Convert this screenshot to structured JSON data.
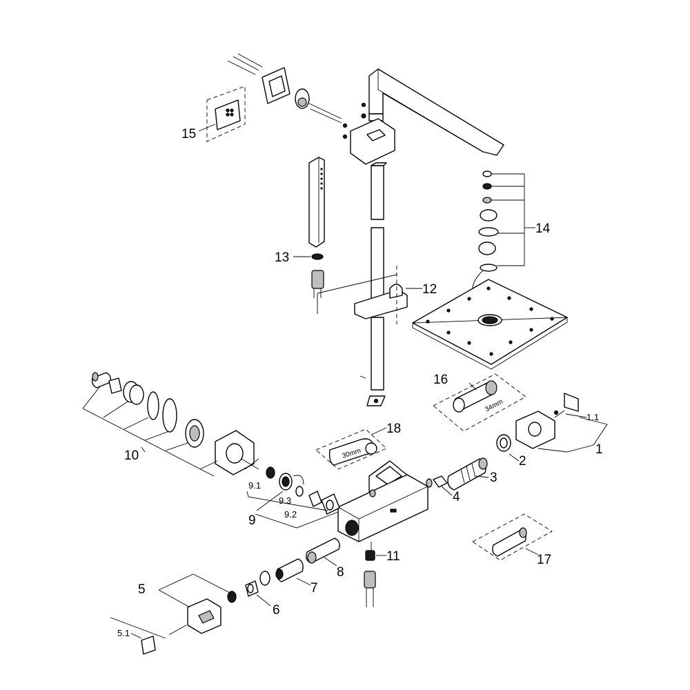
{
  "callouts": {
    "c1": "1",
    "c1_1": "1.1",
    "c2": "2",
    "c3": "3",
    "c4": "4",
    "c5": "5",
    "c5_1": "5.1",
    "c6": "6",
    "c7": "7",
    "c8": "8",
    "c9": "9",
    "c9_1": "9.1",
    "c9_2": "9.2",
    "c9_3": "9.3",
    "c10": "10",
    "c11": "11",
    "c12": "12",
    "c13": "13",
    "c14": "14",
    "c15": "15",
    "c16": "16",
    "c17": "17",
    "c18": "18"
  },
  "dimensions": {
    "part16_size": "34mm",
    "part18_size": "30mm"
  },
  "colors": {
    "line": "#000000",
    "background": "#ffffff"
  }
}
